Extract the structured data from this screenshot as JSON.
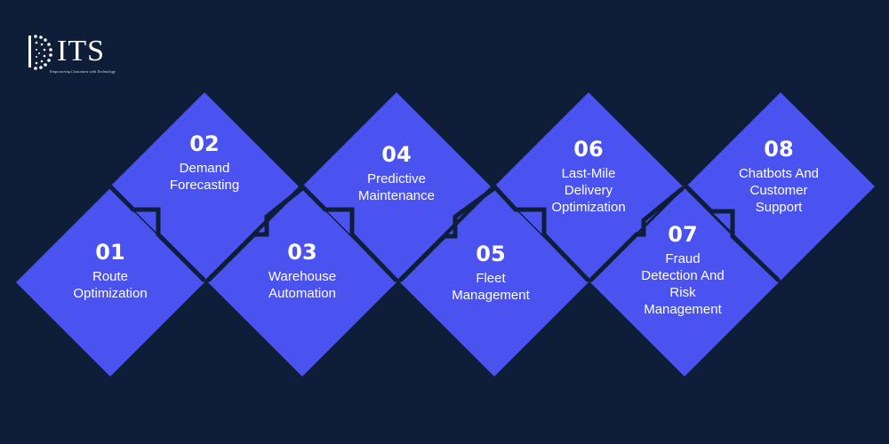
{
  "logo": {
    "text": "ITS",
    "tagline": "Empowering Customers with Technology"
  },
  "colors": {
    "background": "#0f1e38",
    "diamond": "#4a52f0",
    "text": "#ffffff"
  },
  "steps": [
    {
      "number": "01",
      "title": "Route\nOptimization"
    },
    {
      "number": "02",
      "title": "Demand\nForecasting"
    },
    {
      "number": "03",
      "title": "Warehouse\nAutomation"
    },
    {
      "number": "04",
      "title": "Predictive\nMaintenance"
    },
    {
      "number": "05",
      "title": "Fleet\nManagement"
    },
    {
      "number": "06",
      "title": "Last-Mile\nDelivery\nOptimization"
    },
    {
      "number": "07",
      "title": "Fraud\nDetection And\nRisk\nManagement"
    },
    {
      "number": "08",
      "title": "Chatbots And\nCustomer\nSupport"
    }
  ]
}
